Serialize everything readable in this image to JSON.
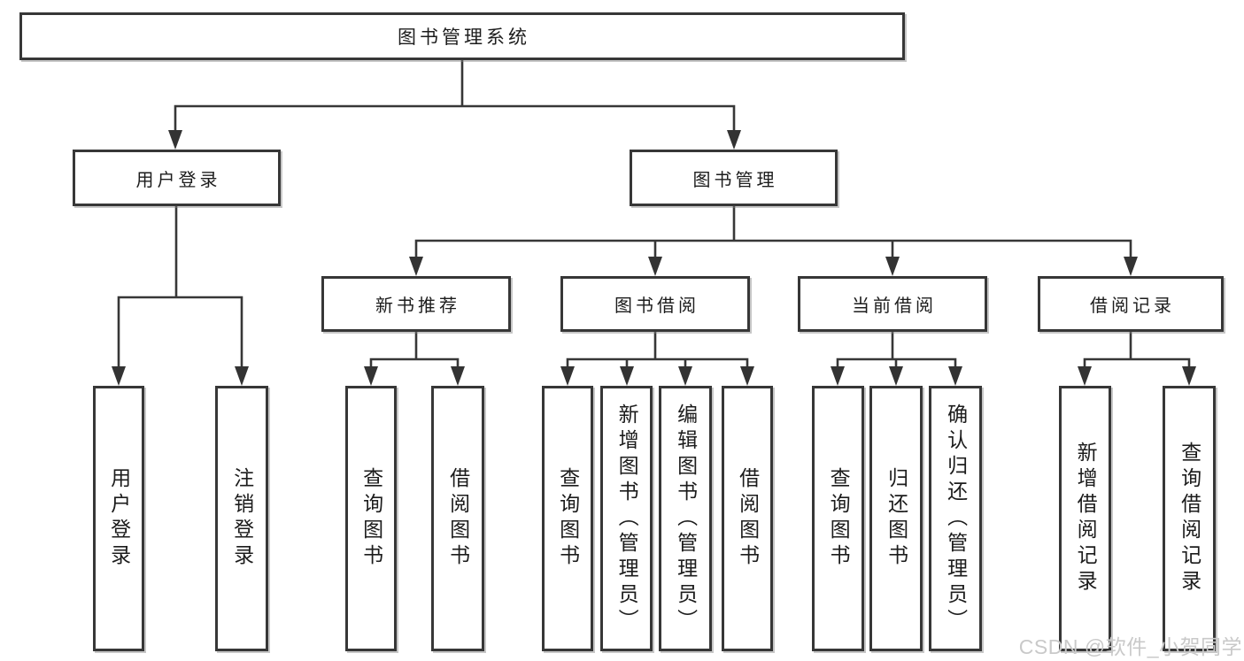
{
  "diagram": {
    "type": "functional-structure-tree",
    "root": {
      "label": "图书管理系统"
    },
    "level2": [
      {
        "label": "用户登录"
      },
      {
        "label": "图书管理"
      }
    ],
    "level3": [
      {
        "parent": "图书管理",
        "label": "新书推荐"
      },
      {
        "parent": "图书管理",
        "label": "图书借阅"
      },
      {
        "parent": "图书管理",
        "label": "当前借阅"
      },
      {
        "parent": "图书管理",
        "label": "借阅记录"
      }
    ],
    "leaves": [
      {
        "parent": "用户登录",
        "label": "用户登录"
      },
      {
        "parent": "用户登录",
        "label": "注销登录"
      },
      {
        "parent": "新书推荐",
        "label": "查询图书"
      },
      {
        "parent": "新书推荐",
        "label": "借阅图书"
      },
      {
        "parent": "图书借阅",
        "label": "查询图书"
      },
      {
        "parent": "图书借阅",
        "label": "新增图书（管理员）"
      },
      {
        "parent": "图书借阅",
        "label": "编辑图书（管理员）"
      },
      {
        "parent": "图书借阅",
        "label": "借阅图书"
      },
      {
        "parent": "当前借阅",
        "label": "查询图书"
      },
      {
        "parent": "当前借阅",
        "label": "归还图书"
      },
      {
        "parent": "当前借阅",
        "label": "确认归还（管理员）"
      },
      {
        "parent": "借阅记录",
        "label": "新增借阅记录"
      },
      {
        "parent": "借阅记录",
        "label": "查询借阅记录"
      }
    ],
    "colors": {
      "line": "#373737",
      "box_border": "#373737",
      "text": "#1c1c1c",
      "background": "#ffffff",
      "watermark": "#c9c9c9"
    }
  },
  "watermark": {
    "text": "CSDN @软件_小贺同学"
  }
}
